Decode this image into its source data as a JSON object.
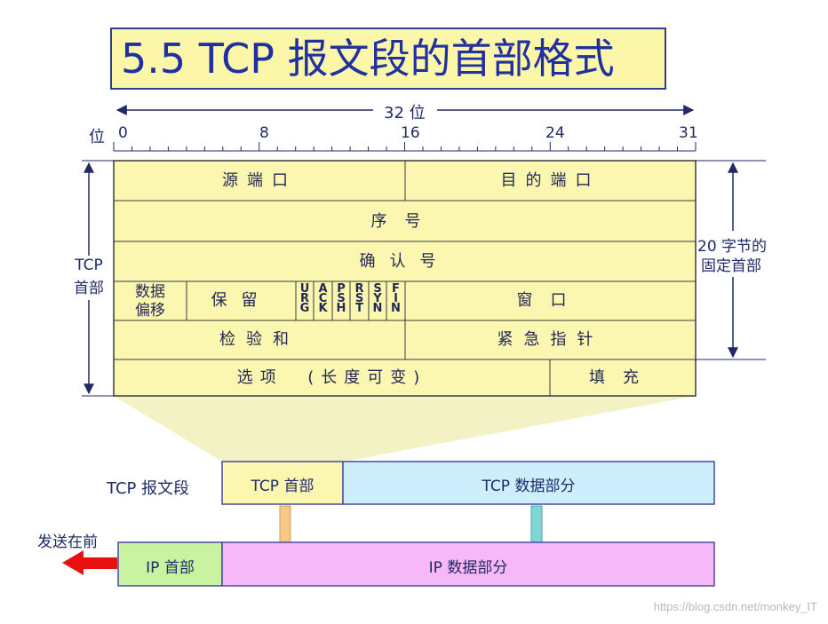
{
  "title": "5.5  TCP 报文段的首部格式",
  "ruler": {
    "width_label": "32 位",
    "bit_label": "位",
    "ticks": [
      "0",
      "8",
      "16",
      "24",
      "31"
    ]
  },
  "header": {
    "source_port": "源端口",
    "dest_port": "目的端口",
    "seq": "序号",
    "ack": "确认号",
    "data_offset_1": "数据",
    "data_offset_2": "偏移",
    "reserved": "保留",
    "flags": [
      "URG",
      "ACK",
      "PSH",
      "RST",
      "SYN",
      "FIN"
    ],
    "window": "窗口",
    "checksum": "检验和",
    "urgent_ptr": "紧急指针",
    "options": "选项  (长度可变)",
    "padding": "填充"
  },
  "side": {
    "tcp_header_1": "TCP",
    "tcp_header_2": "首部",
    "fixed_1": "20 字节的",
    "fixed_2": "固定首部"
  },
  "segment": {
    "label": "TCP 报文段",
    "tcp_header": "TCP 首部",
    "tcp_data": "TCP 数据部分",
    "ip_header": "IP 首部",
    "ip_data": "IP 数据部分",
    "send_first": "发送在前"
  },
  "colors": {
    "field_fill": "#fbf7b0",
    "tcp_data_fill": "#cdeefc",
    "ip_header_fill": "#c9f3a0",
    "ip_data_fill": "#f6b8f6",
    "arrow_red": "#e81010",
    "arrow_orange": "#f6c884",
    "arrow_teal": "#7fd7d4"
  },
  "watermark": "https://blog.csdn.net/monkey_IT"
}
